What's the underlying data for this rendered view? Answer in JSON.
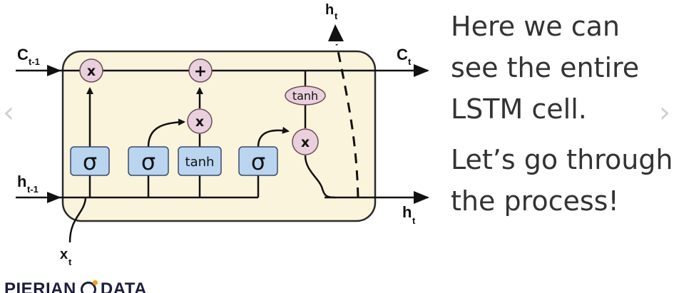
{
  "diagram": {
    "labels": {
      "c_prev": "C",
      "c_prev_sub": "t-1",
      "c_next": "C",
      "c_next_sub": "t",
      "h_top": "h",
      "h_top_sub": "t",
      "h_prev": "h",
      "h_prev_sub": "t-1",
      "h_out": "h",
      "h_out_sub": "t",
      "x_in": "x",
      "x_in_sub": "t"
    },
    "ops": {
      "forget_mult": "x",
      "add": "+",
      "input_mult": "x",
      "output_mult": "x",
      "cell_tanh": "tanh"
    },
    "gates": {
      "forget": "σ",
      "input": "σ",
      "candidate": "tanh",
      "output": "σ"
    },
    "colors": {
      "cell_fill": "#fbf4dc",
      "cell_border": "#2a2a2a",
      "gate_fill": "#b9d5ef",
      "gate_border": "#3a4a6a",
      "op_fill": "#ead0dc",
      "op_border": "#6a4a5a"
    }
  },
  "slide": {
    "text_block_1": [
      "Here we can",
      "see the entire",
      "LSTM cell."
    ],
    "text_block_2": [
      "Let’s go through",
      "the process!"
    ]
  },
  "nav": {
    "prev_icon": "chevron-left",
    "prev": "‹",
    "next_icon": "chevron-right",
    "next": "›"
  },
  "logo": {
    "left": "PIERIAN",
    "right": "DATA"
  }
}
